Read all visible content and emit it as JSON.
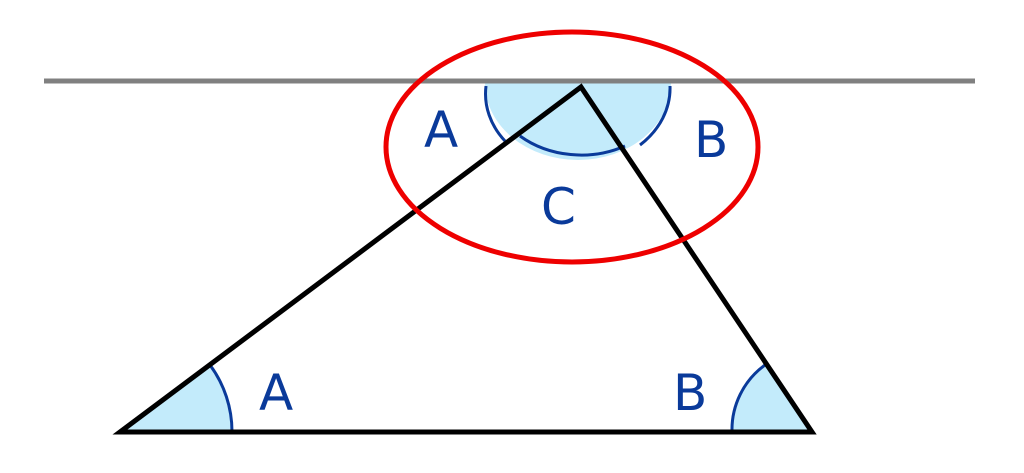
{
  "labels": {
    "top_left_angle": "A",
    "top_right_angle": "B",
    "top_center_angle": "C",
    "bottom_left_angle": "A",
    "bottom_right_angle": "B"
  },
  "colors": {
    "parallel_line": "#808080",
    "triangle": "#000000",
    "highlight_ellipse": "#ee0000",
    "angle_fill": "#c3ebfb",
    "angle_stroke": "#0a3a9a",
    "label": "#0a3a9a"
  }
}
